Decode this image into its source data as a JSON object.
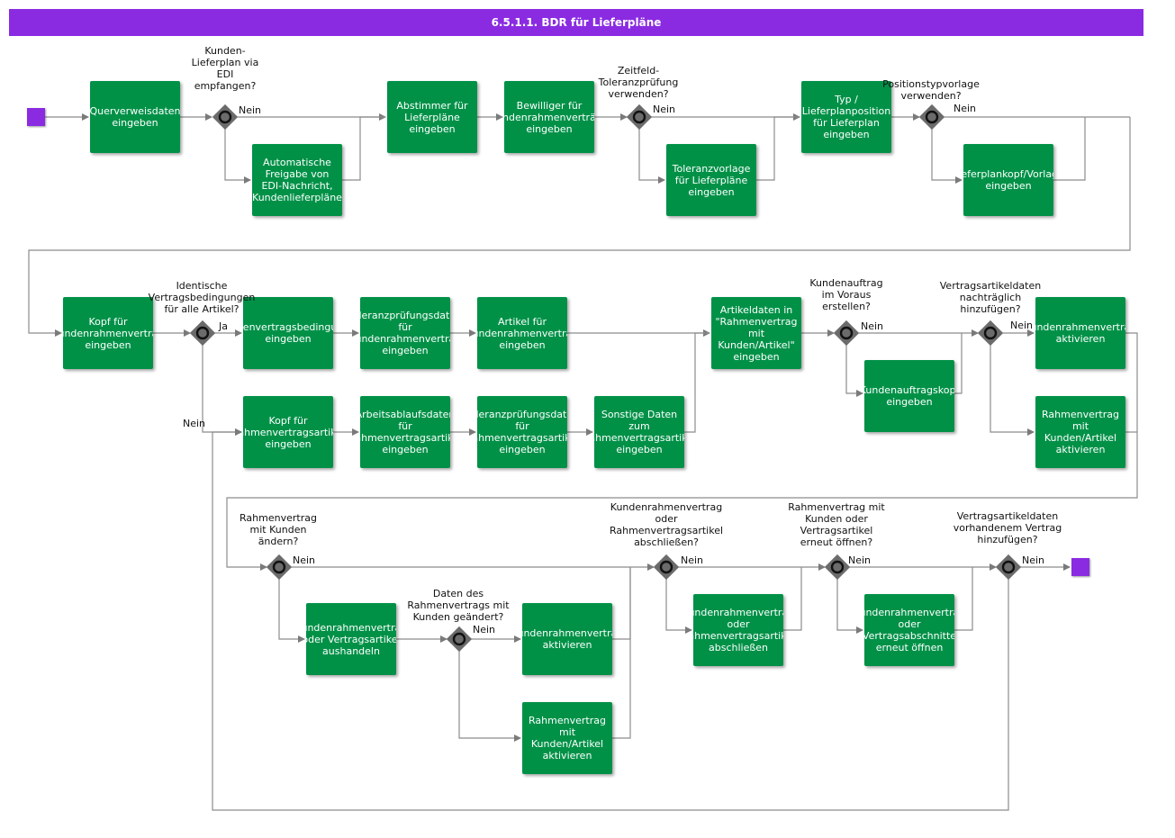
{
  "title": "6.5.1.1. BDR für Lieferpläne",
  "tasks": {
    "t1": "Querverweisdaten\neingeben",
    "t2": "Automatische\nFreigabe von\nEDI-Nachricht,\nKundenlieferpläne",
    "t3": "Abstimmer für\nLieferpläne\neingeben",
    "t4": "Bewilliger für\nKundenrahmenverträge\neingeben",
    "t5": "Toleranzvorlage\nfür Lieferpläne\neingeben",
    "t6": "Typ /\nLieferplanposition\nfür Lieferplan\neingeben",
    "t7": "Lieferplankopf/Vorlage\neingeben",
    "t8": "Kopf für\nKundenrahmenvertrag\neingeben",
    "t9": "Rahmenvertragsbedingungen\neingeben",
    "t10": "Toleranzprüfungsdaten\nfür\nKundenrahmenvertrag\neingeben",
    "t11": "Artikel für\nKundenrahmenvertrag\neingeben",
    "t12": "Kopf für\nRahmenvertragsartikel\neingeben",
    "t13": "Arbeitsablaufsdaten\nfür\nRahmenvertragsartikel\neingeben",
    "t14": "Toleranzprüfungsdaten\nfür\nRahmenvertragsartikel\neingeben",
    "t15": "Sonstige Daten\nzum\nRahmenvertragsartikel\neingeben",
    "t16": "Artikeldaten in\n\"Rahmenvertrag\nmit\nKunden/Artikel\"\neingeben",
    "t17": "Kundenauftragskopf\neingeben",
    "t18": "Kundenrahmenvertrag\naktivieren",
    "t19": "Rahmenvertrag\nmit\nKunden/Artikel\naktivieren",
    "t20": "Kundenrahmenvertrag\noder Vertragsartikel\naushandeln",
    "t21": "Kundenrahmenvertrag\naktivieren",
    "t22": "Rahmenvertrag\nmit\nKunden/Artikel\naktivieren",
    "t23": "Kundenrahmenvertrag\noder\nRahmenvertragsartikel\nabschließen",
    "t24": "Kundenrahmenvertrag\noder\nVertragsabschnitte\nerneut öffnen"
  },
  "gateways": {
    "g1": "Kunden-\nLieferplan via\nEDI\nempfangen?",
    "g2": "Zeitfeld-\nToleranzprüfung\nverwenden?",
    "g3": "Positionstypvorlage\nverwenden?",
    "g4": "Identische\nVertragsbedingungen\nfür alle Artikel?",
    "g5": "Kundenauftrag\nim Voraus\nerstellen?",
    "g6": "Vertragsartikeldaten\nnachträglich\nhinzufügen?",
    "g7": "Rahmenvertrag\nmit Kunden\nändern?",
    "g8": "Daten des\nRahmenvertrags mit\nKunden geändert?",
    "g9": "Kundenrahmenvertrag\noder\nRahmenvertragsartikel\nabschließen?",
    "g10": "Rahmenvertrag mit\nKunden oder\nVertragsartikel\nerneut öffnen?",
    "g11": "Vertragsartikeldaten\nvorhandenem Vertrag\nhinzufügen?"
  },
  "edge_labels": {
    "nein": "Nein",
    "ja": "Ja"
  },
  "colors": {
    "banner": "#8a2be2",
    "task": "#009147",
    "event": "#8a2be2",
    "gateway": "#6b6b6b",
    "line": "#8c8c8c"
  }
}
